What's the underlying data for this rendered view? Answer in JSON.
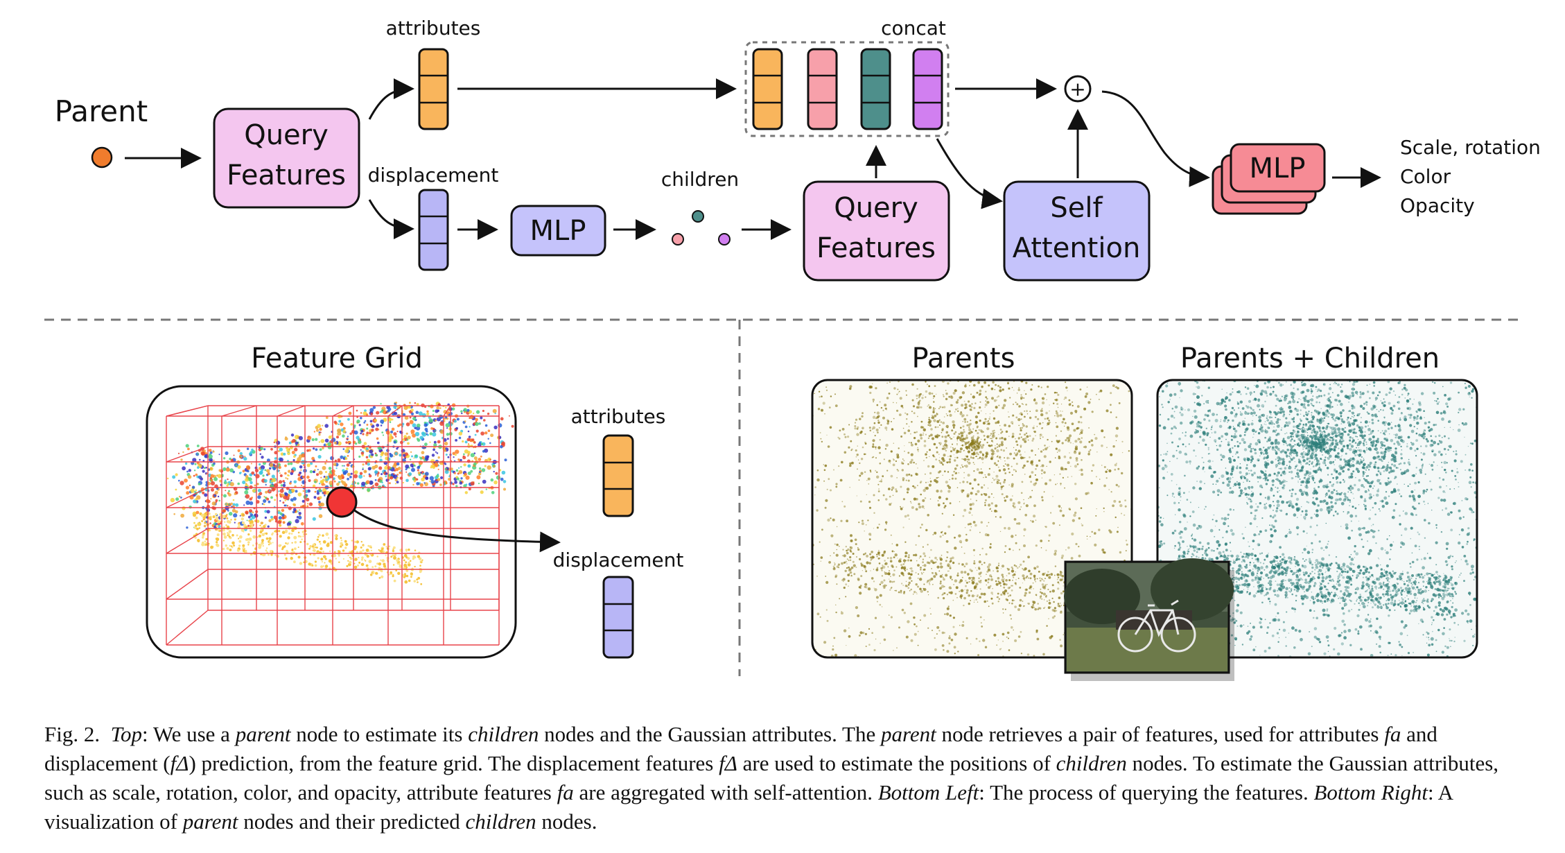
{
  "top": {
    "parent_label": "Parent",
    "attributes_label": "attributes",
    "displacement_label": "displacement",
    "query_features_1": [
      "Query",
      "Features"
    ],
    "mlp_label": "MLP",
    "children_label": "children",
    "query_features_2": [
      "Query",
      "Features"
    ],
    "concat_label": "concat",
    "plus_symbol": "+",
    "self_attention": [
      "Self",
      "Attention"
    ],
    "mlp_out_label": "MLP",
    "outputs": [
      "Scale, rotation",
      "Color",
      "Opacity"
    ]
  },
  "bottom_left": {
    "title": "Feature Grid",
    "attributes_label": "attributes",
    "displacement_label": "displacement"
  },
  "bottom_right": {
    "parents_title": "Parents",
    "parents_children_title": "Parents + Children"
  },
  "colors": {
    "orange": "#f9b55c",
    "pink": "#f7a0aa",
    "teal": "#4e8f8b",
    "violet": "#d17ff0",
    "blue": "#b8b6f6",
    "query_fill": "#f4c6ef",
    "mlp_fill": "#c5c3fb",
    "mlp_out_fill": "#f68b95",
    "parent_dot": "#f07c2d",
    "olive": "#8a7a1c",
    "teal_scatter": "#2e7f7b"
  },
  "caption": {
    "fig": "Fig. 2.",
    "s1_label": "Top",
    "s1a": ": We use a ",
    "s1b": "parent",
    "s1c": " node to estimate its ",
    "s1d": "children",
    "s1e": " nodes and the Gaussian attributes. The ",
    "s1f": "parent",
    "s1g": " node retrieves a pair of features, used for attributes ",
    "fa": "fa",
    "s2a": " and displacement (",
    "fdelta": "fΔ",
    "s2b": ") prediction, from the feature grid. The displacement features ",
    "s2c": " are used to estimate the positions of ",
    "s2d": "children",
    "s2e": " nodes. To estimate the Gaussian attributes, such as scale, rotation, color, and opacity, attribute features ",
    "s2f": " are aggregated with self-attention. ",
    "s3_label": "Bottom Left",
    "s3": ": The process of querying the features. ",
    "s4_label": "Bottom Right",
    "s4a": ": A visualization of ",
    "s4b": "parent",
    "s4c": " nodes and their predicted ",
    "s4d": "children",
    "s4e": " nodes."
  }
}
